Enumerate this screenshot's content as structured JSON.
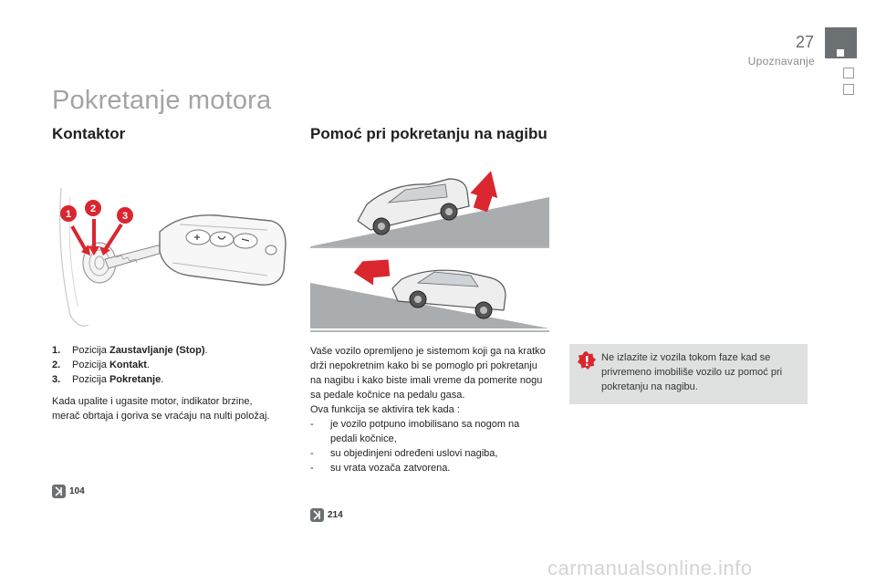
{
  "header": {
    "page_number": "27",
    "section": "Upoznavanje"
  },
  "title": "Pokretanje motora",
  "kontaktor": {
    "heading": "Kontaktor",
    "figure_labels": [
      "1",
      "2",
      "3"
    ],
    "items": [
      {
        "num": "1.",
        "prefix": "Pozicija ",
        "bold": "Zaustavljanje (Stop)",
        "suffix": "."
      },
      {
        "num": "2.",
        "prefix": "Pozicija ",
        "bold": "Kontakt",
        "suffix": "."
      },
      {
        "num": "3.",
        "prefix": "Pozicija ",
        "bold": "Pokretanje",
        "suffix": "."
      }
    ],
    "paragraph": "Kada upalite i ugasite motor, indikator brzine, merač obrtaja i goriva se vraćaju na nulti položaj.",
    "ref": "104"
  },
  "hill_assist": {
    "heading": "Pomoć pri pokretanju na nagibu",
    "paragraph": "Vaše vozilo opremljeno je sistemom koji ga na kratko drži nepokretnim kako bi se pomoglo pri pokretanju na nagibu i kako biste imali vreme da pomerite nogu sa pedale kočnice na pedalu gasa.",
    "conditions_intro": "Ova funkcija se aktivira tek kada :",
    "conditions": [
      "je vozilo potpuno imobilisano sa nogom na pedali kočnice,",
      "su objedinjeni određeni uslovi nagiba,",
      "su vrata vozača zatvorena."
    ],
    "ref": "214"
  },
  "warning": {
    "text": "Ne izlazite iz vozila tokom faze kad se privremeno imobiliše vozilo uz pomoć pri pokretanju na nagibu."
  },
  "watermark": "carmanualsonline.info",
  "colors": {
    "accent_red": "#d9262f",
    "tab_grey": "#6b7073",
    "slope_grey": "#a9adaf",
    "warn_bg": "#dfe0e0"
  }
}
